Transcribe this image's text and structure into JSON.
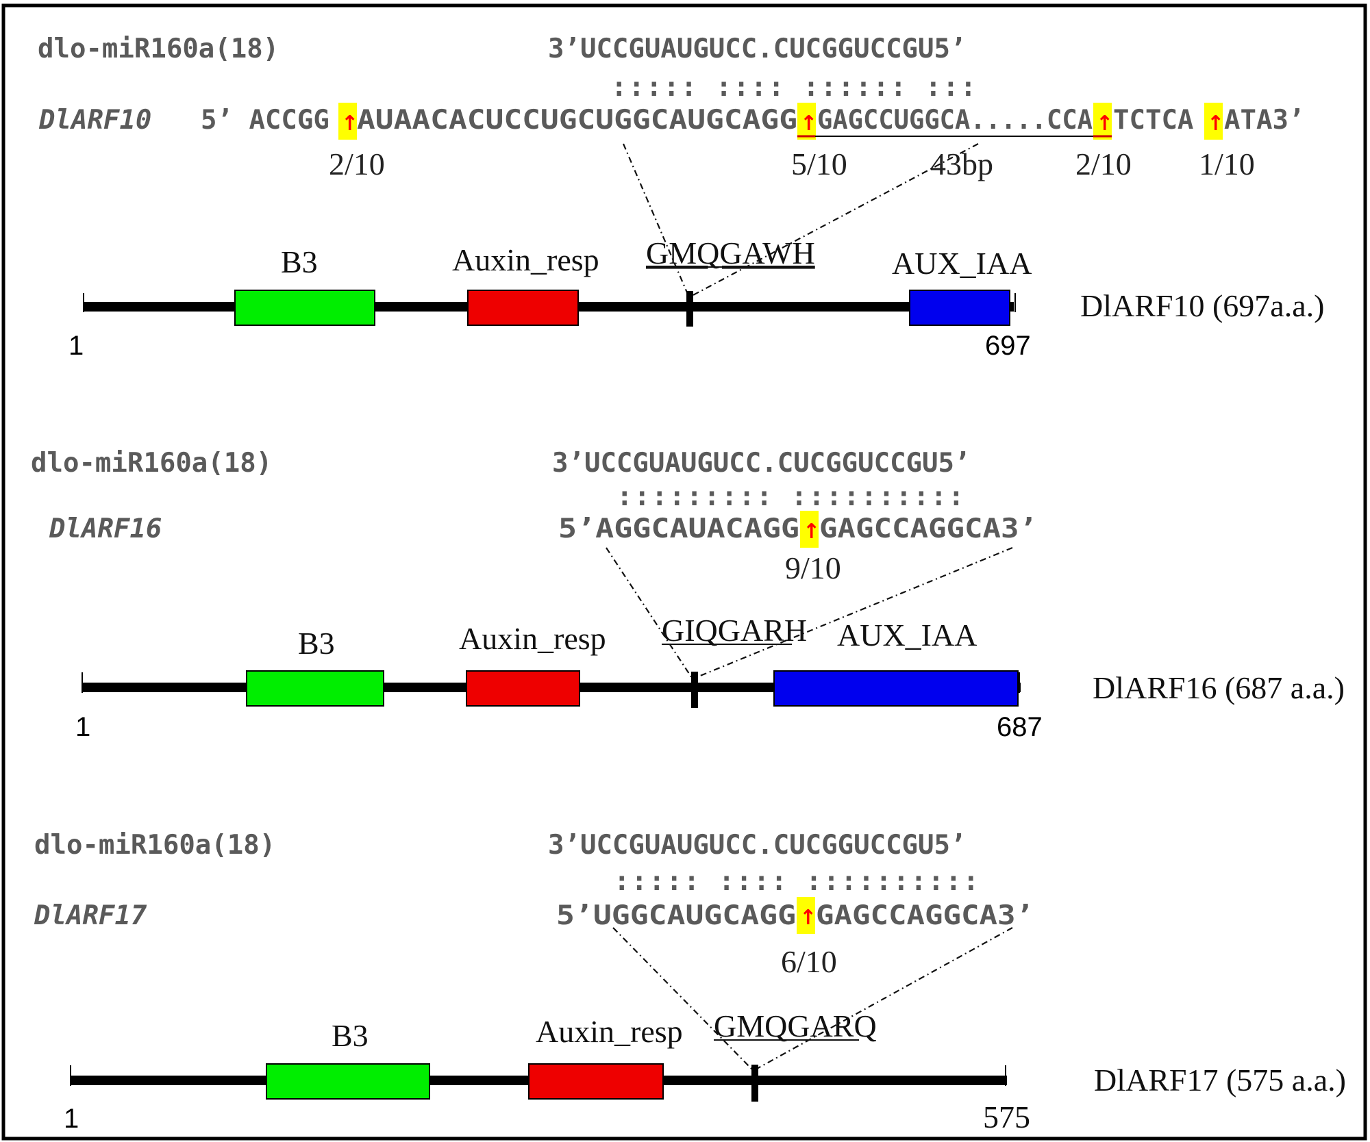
{
  "panels": [
    {
      "mirna_name": "dlo-miR160a(18)",
      "mirna_seq": "3’UCCGUAUGUCC.CUCGGUCCGU5’",
      "pairing": "::::: :::: :::::: :::",
      "target_label": "DlARF10",
      "target_seq_parts": [
        "5’ ACCGG",
        "AUAACACUCCUGCUGGCAUGCAGG",
        "GAGCCUGGCA.....CCA",
        "TCTCA",
        "ATA3’"
      ],
      "cleavage_fractions": [
        "2/10",
        "5/10",
        "2/10",
        "1/10"
      ],
      "gap_label": "43bp",
      "domains": [
        "B3",
        "Auxin_resp",
        "AUX_IAA"
      ],
      "motif": "GMQGAWH",
      "protein_label": "DlARF10 (697a.a.)",
      "start": "1",
      "end": "697"
    },
    {
      "mirna_name": "dlo-miR160a(18)",
      "mirna_seq": "3’UCCGUAUGUCC.CUCGGUCCGU5’",
      "pairing": "::::::::: ::::::::::",
      "target_label": "DlARF16",
      "target_seq_parts": [
        "5’AGGCAUACAGG",
        "GAGCCAGGCA3’"
      ],
      "cleavage_fractions": [
        "9/10"
      ],
      "domains": [
        "B3",
        "Auxin_resp",
        "AUX_IAA"
      ],
      "motif": "GIQGARH",
      "protein_label": "DlARF16 (687 a.a.)",
      "start": "1",
      "end": "687"
    },
    {
      "mirna_name": "dlo-miR160a(18)",
      "mirna_seq": "3’UCCGUAUGUCC.CUCGGUCCGU5’",
      "pairing": "::::: :::: ::::::::::",
      "target_label": "DlARF17",
      "target_seq_parts": [
        "5’UGGCAUGCAGG",
        "GAGCCAGGCA3’"
      ],
      "cleavage_fractions": [
        "6/10"
      ],
      "domains": [
        "B3",
        "Auxin_resp"
      ],
      "motif": "GMQGARQ",
      "protein_label": "DlARF17 (575 a.a.)",
      "start": "1",
      "end": "575"
    }
  ],
  "colors": {
    "b3": "#00ee00",
    "auxin_resp": "#ee0000",
    "aux_iaa": "#0000ee",
    "cleavage_highlight": "#ffff00",
    "cleavage_arrow": "#ff0000"
  }
}
